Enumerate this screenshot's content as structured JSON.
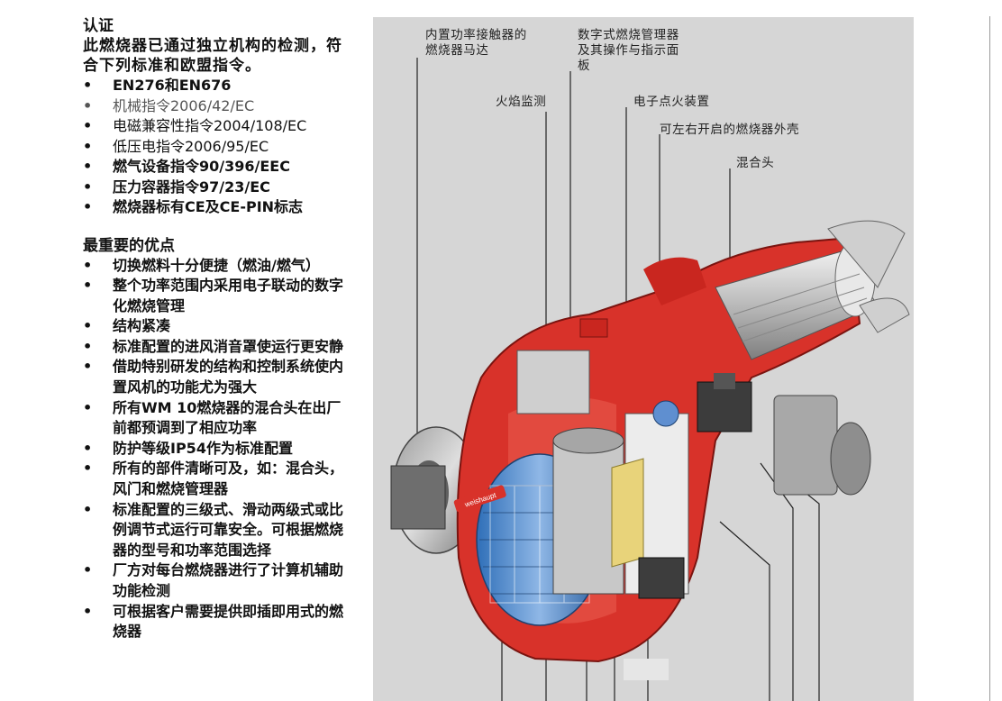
{
  "cert": {
    "title": "认证",
    "intro": "此燃烧器已通过独立机构的检测，符合下列标准和欧盟指令。",
    "items": [
      "EN276和EN676",
      "机械指令2006/42/EC",
      "电磁兼容性指令2004/108/EC",
      "低压电指令2006/95/EC",
      "燃气设备指令90/396/EEC",
      "压力容器指令97/23/EC",
      "燃烧器标有CE及CE-PIN标志"
    ]
  },
  "advantages": {
    "title": "最重要的优点",
    "items": [
      "切换燃料十分便捷（燃油/燃气）",
      "整个功率范围内采用电子联动的数字化燃烧管理",
      "结构紧凑",
      "标准配置的进风消音罩使运行更安静",
      "借助特别研发的结构和控制系统使内置风机的功能尤为强大",
      "所有WM 10燃烧器的混合头在出厂前都预调到了相应功率",
      "防护等级IP54作为标准配置",
      "所有的部件清晰可及，如：混合头，风门和燃烧管理器",
      "标准配置的三级式、滑动两级式或比例调节式运行可靠安全。可根据燃烧器的型号和功率范围选择",
      "厂方对每台燃烧器进行了计算机辅助功能检测",
      "可根据客户需要提供即插即用式的燃烧器"
    ]
  },
  "figure": {
    "labels": {
      "motor": "内置功率接触器的\n燃烧器马达",
      "manager": "数字式燃烧管理器\n及其操作与指示面\n板",
      "flame": "火焰监测",
      "ignition": "电子点火装置",
      "housing": "可左右开启的燃烧器外壳",
      "mixhead": "混合头"
    },
    "brand": "weishaupt",
    "colors": {
      "body_red": "#d8322a",
      "background": "#d6d6d6",
      "metal": "#b8b8b8"
    }
  }
}
